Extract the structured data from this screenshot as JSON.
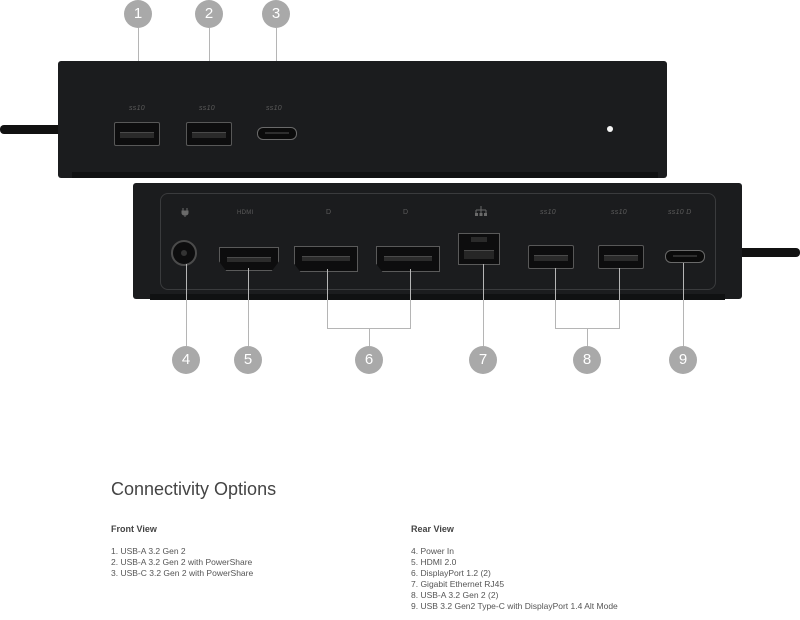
{
  "callouts": {
    "n1": "1",
    "n2": "2",
    "n3": "3",
    "n4": "4",
    "n5": "5",
    "n6": "6",
    "n7": "7",
    "n8": "8",
    "n9": "9"
  },
  "port_labels": {
    "ss10_a": "ss10",
    "ss10_b": "ss10",
    "ss10_c": "ss10",
    "hdmi": "HDMI",
    "dp_a": "D",
    "dp_b": "D",
    "ss10_d": "ss10",
    "ss10_e": "ss10",
    "ss10_f": "ss10 D"
  },
  "section": {
    "title": "Connectivity Options"
  },
  "front_view": {
    "heading": "Front View",
    "items": [
      "1. USB-A 3.2 Gen 2",
      "2. USB-A 3.2 Gen 2 with PowerShare",
      "3. USB-C 3.2 Gen 2 with PowerShare"
    ]
  },
  "rear_view": {
    "heading": "Rear View",
    "items": [
      "4. Power In",
      "5. HDMI 2.0",
      "6. DisplayPort 1.2 (2)",
      "7. Gigabit Ethernet RJ45",
      "8. USB-A 3.2 Gen 2 (2)",
      "9. USB 3.2 Gen2 Type-C with DisplayPort 1.4 Alt Mode"
    ]
  },
  "colors": {
    "dock": "#1b1c1e",
    "badge": "#a9a9a9",
    "line": "#b5b5b5"
  },
  "icons": [
    "usb-icon",
    "power-icon",
    "hdmi-logo",
    "displayport-icon",
    "ethernet-icon",
    "led-indicator"
  ]
}
